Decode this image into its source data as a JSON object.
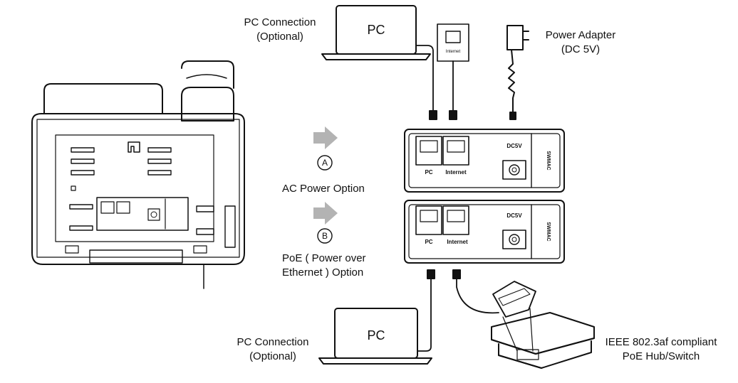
{
  "labels": {
    "pc_connection_top_line1": "PC Connection",
    "pc_connection_top_line2": "(Optional)",
    "pc_top": "PC",
    "internet_jack": "Internet",
    "power_adapter_line1": "Power Adapter",
    "power_adapter_line2": "(DC 5V)",
    "option_a_marker": "A",
    "ac_power_option": "AC Power Option",
    "option_b_marker": "B",
    "poe_line1": "PoE ( Power over",
    "poe_line2": "Ethernet ) Option",
    "pc_connection_bottom_line1": "PC Connection",
    "pc_connection_bottom_line2": "(Optional)",
    "pc_bottom": "PC",
    "ieee_line1": "IEEE 802.3af compliant",
    "ieee_line2": "PoE Hub/Switch",
    "port_pc": "PC",
    "port_internet": "Internet",
    "port_dc": "DC5V",
    "port_brand": "SWMAC"
  },
  "colors": {
    "line": "#111111",
    "arrow": "#b3b3b3",
    "panel_fill": "#ffffff"
  }
}
